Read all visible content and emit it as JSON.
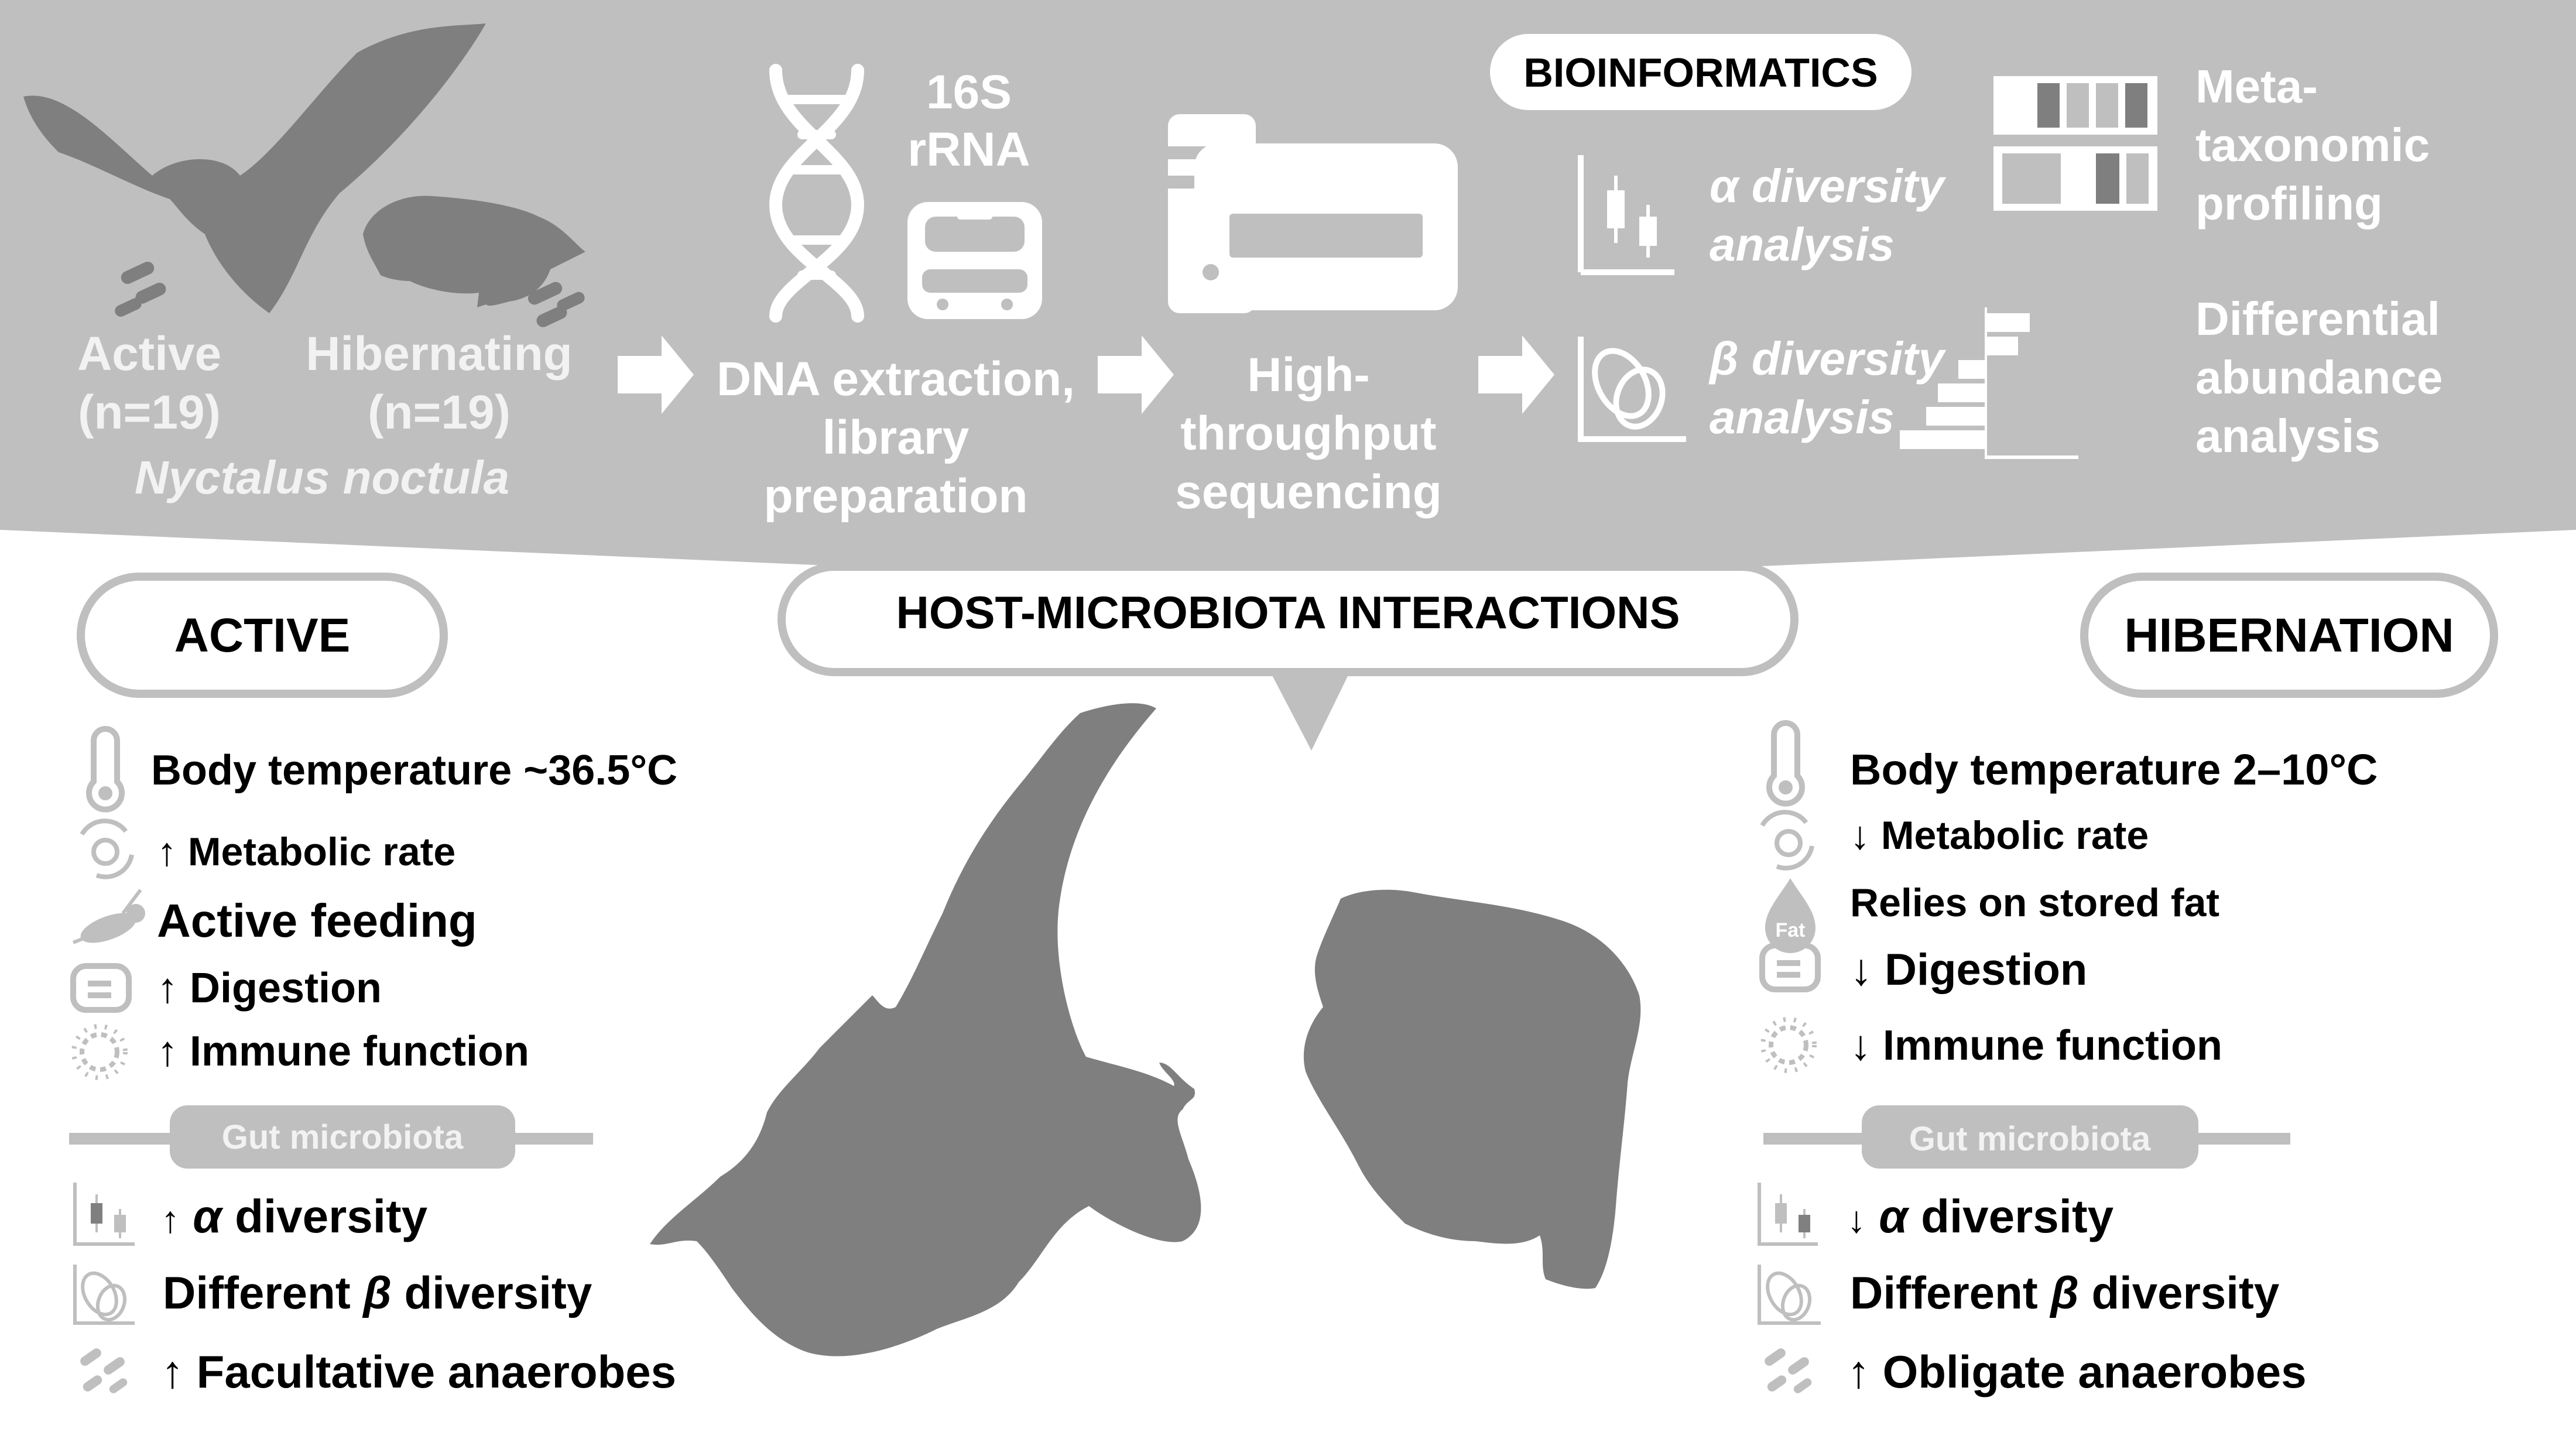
{
  "workflow": {
    "bats": {
      "active": "Active",
      "active_n": "(n=19)",
      "hibernating": "Hibernating",
      "hibernating_n": "(n=19)",
      "species": "Nyctalus noctula"
    },
    "lab": {
      "marker_line1": "16S",
      "marker_line2": "rRNA",
      "step_line1": "DNA extraction,",
      "step_line2": "library",
      "step_line3": "preparation"
    },
    "sequencing": {
      "line1": "High-",
      "line2": "throughput",
      "line3": "sequencing"
    },
    "bioinformatics": {
      "badge": "BIOINFORMATICS",
      "alpha_line1": "α diversity",
      "alpha_line2": "analysis",
      "beta_line1": "β diversity",
      "beta_line2": "analysis",
      "meta_line1": "Meta-",
      "meta_line2": "taxonomic",
      "meta_line3": "profiling",
      "diff_line1": "Differential",
      "diff_line2": "abundance",
      "diff_line3": "analysis"
    }
  },
  "center": {
    "title": "HOST-MICROBIOTA INTERACTIONS"
  },
  "active": {
    "badge": "ACTIVE",
    "traits": [
      "Body temperature ~36.5°C",
      "↑ Metabolic rate",
      "Active feeding",
      "↑ Digestion",
      "↑ Immune function"
    ],
    "gut_label": "Gut microbiota",
    "gut": {
      "alpha_arrow": "↑",
      "alpha_symbol": "α",
      "alpha_word": "diversity",
      "beta_prefix": "Different",
      "beta_symbol": "β",
      "beta_word": "diversity",
      "anaerobes": "↑ Facultative anaerobes"
    }
  },
  "hibernation": {
    "badge": "HIBERNATION",
    "traits": [
      "Body temperature 2–10°C",
      "↓ Metabolic rate",
      "Relies on stored fat",
      "↓ Digestion",
      "↓ Immune function"
    ],
    "fat_icon_text": "Fat",
    "gut_label": "Gut microbiota",
    "gut": {
      "alpha_arrow": "↓",
      "alpha_symbol": "α",
      "alpha_word": "diversity",
      "beta_prefix": "Different",
      "beta_symbol": "β",
      "beta_word": "diversity",
      "anaerobes": "↑ Obligate anaerobes"
    }
  },
  "icons": {
    "active": [
      "thermometer-icon",
      "metabolism-icon",
      "insect-icon",
      "intestine-icon",
      "immune-cell-icon"
    ],
    "hibernation": [
      "thermometer-icon",
      "metabolism-icon",
      "fat-droplet-icon",
      "intestine-icon",
      "immune-cell-icon"
    ]
  },
  "colors": {
    "top_band": "#bfbfbf",
    "silhouette": "#7f7f7f",
    "light_text": "#f2f2f2",
    "icon_gray": "#bfbfbf",
    "dark_text": "#000000"
  }
}
